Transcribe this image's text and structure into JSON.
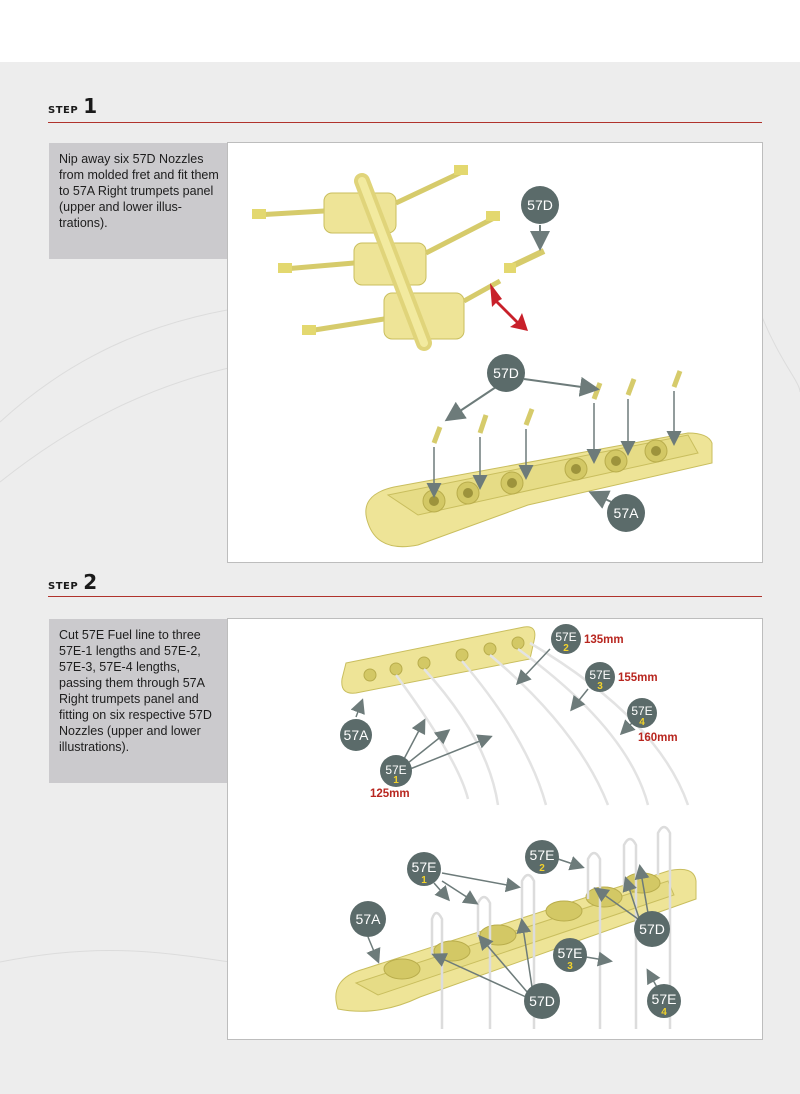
{
  "steps": [
    {
      "word": "STEP",
      "number": "1",
      "instruction": "Nip away six 57D Nozzles from molded fret and fit them to 57A Right trumpets panel (upper and lower illus- trations).",
      "callouts": {
        "upper_57d": "57D",
        "lower_57d": "57D",
        "panel_57a": "57A"
      }
    },
    {
      "word": "STEP",
      "number": "2",
      "instruction": "Cut 57E Fuel line to three 57E-1 lengths and 57E-2, 57E-3, 57E-4 lengths, passing them through 57A Right trumpets panel and fitting on six respective 57D Nozzles (upper and lower illustrations).",
      "upper": {
        "e1": {
          "label": "57E",
          "sub": "1",
          "length": "125mm"
        },
        "e2": {
          "label": "57E",
          "sub": "2",
          "length": "135mm"
        },
        "e3": {
          "label": "57E",
          "sub": "3",
          "length": "155mm"
        },
        "e4": {
          "label": "57E",
          "sub": "4",
          "length": "160mm"
        },
        "panel": "57A"
      },
      "lower": {
        "e1": {
          "label": "57E",
          "sub": "1"
        },
        "e2": {
          "label": "57E",
          "sub": "2"
        },
        "e3": {
          "label": "57E",
          "sub": "3"
        },
        "e4": {
          "label": "57E",
          "sub": "4"
        },
        "panel": "57A",
        "nozzle_right": "57D",
        "nozzle_bottom": "57D"
      }
    }
  ],
  "colors": {
    "part_yellow": "#eee497",
    "part_shadow": "#c9be5e",
    "callout_fill": "#5b6b6a",
    "arrow_grey": "#6d7b7a",
    "red_accent": "#b0332c",
    "length_red": "#b8261f"
  }
}
